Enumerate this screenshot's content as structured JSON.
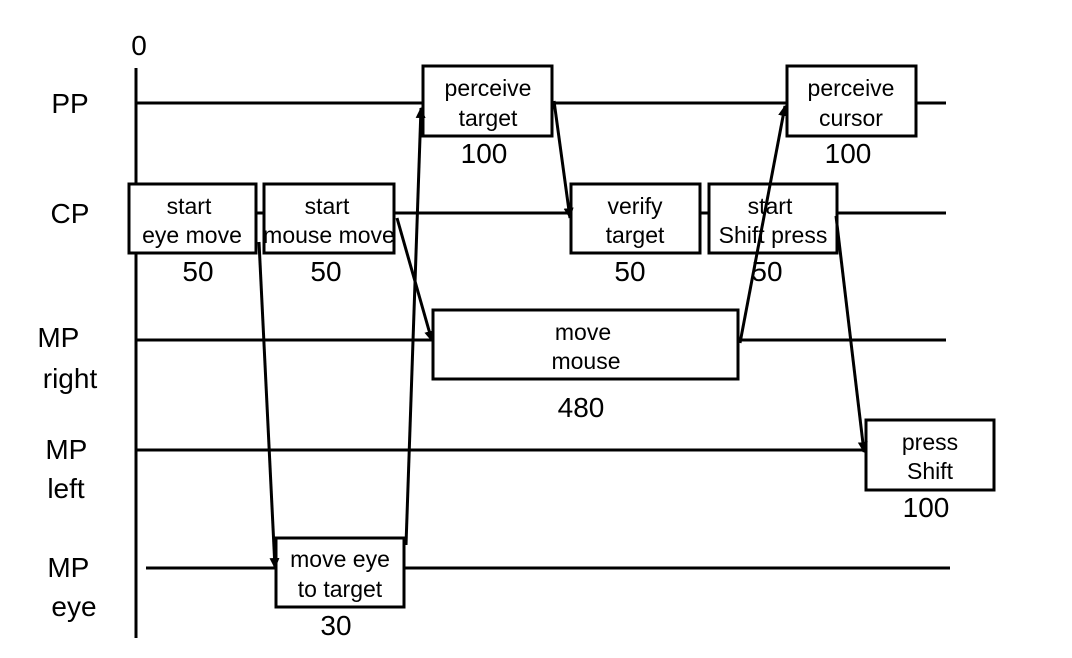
{
  "origin_label": "0",
  "lanes": [
    {
      "id": "pp",
      "label_lines": [
        "PP"
      ]
    },
    {
      "id": "cp",
      "label_lines": [
        "CP"
      ]
    },
    {
      "id": "mp_right",
      "label_lines": [
        "MP",
        "right"
      ]
    },
    {
      "id": "mp_left",
      "label_lines": [
        "MP",
        "left"
      ]
    },
    {
      "id": "mp_eye",
      "label_lines": [
        "MP",
        "eye"
      ]
    }
  ],
  "operators": [
    {
      "id": "start-eye-move",
      "lane": "cp",
      "lines": [
        "start",
        "eye move"
      ],
      "duration": "50"
    },
    {
      "id": "start-mouse-move",
      "lane": "cp",
      "lines": [
        "start",
        "mouse move"
      ],
      "duration": "50"
    },
    {
      "id": "move-eye-to-target",
      "lane": "mp_eye",
      "lines": [
        "move eye",
        "to target"
      ],
      "duration": "30"
    },
    {
      "id": "perceive-target",
      "lane": "pp",
      "lines": [
        "perceive",
        "target"
      ],
      "duration": "100"
    },
    {
      "id": "move-mouse",
      "lane": "mp_right",
      "lines": [
        "move",
        "mouse"
      ],
      "duration": "480"
    },
    {
      "id": "verify-target",
      "lane": "cp",
      "lines": [
        "verify",
        "target"
      ],
      "duration": "50"
    },
    {
      "id": "start-shift-press",
      "lane": "cp",
      "lines": [
        "start",
        "Shift press"
      ],
      "duration": "50"
    },
    {
      "id": "perceive-cursor",
      "lane": "pp",
      "lines": [
        "perceive",
        "cursor"
      ],
      "duration": "100"
    },
    {
      "id": "press-shift",
      "lane": "mp_left",
      "lines": [
        "press",
        "Shift"
      ],
      "duration": "100"
    }
  ],
  "dependencies": [
    {
      "from": "start-eye-move",
      "to": "move-eye-to-target"
    },
    {
      "from": "move-eye-to-target",
      "to": "perceive-target"
    },
    {
      "from": "start-mouse-move",
      "to": "move-mouse"
    },
    {
      "from": "perceive-target",
      "to": "verify-target"
    },
    {
      "from": "move-mouse",
      "to": "perceive-cursor"
    },
    {
      "from": "start-shift-press",
      "to": "press-shift"
    }
  ]
}
